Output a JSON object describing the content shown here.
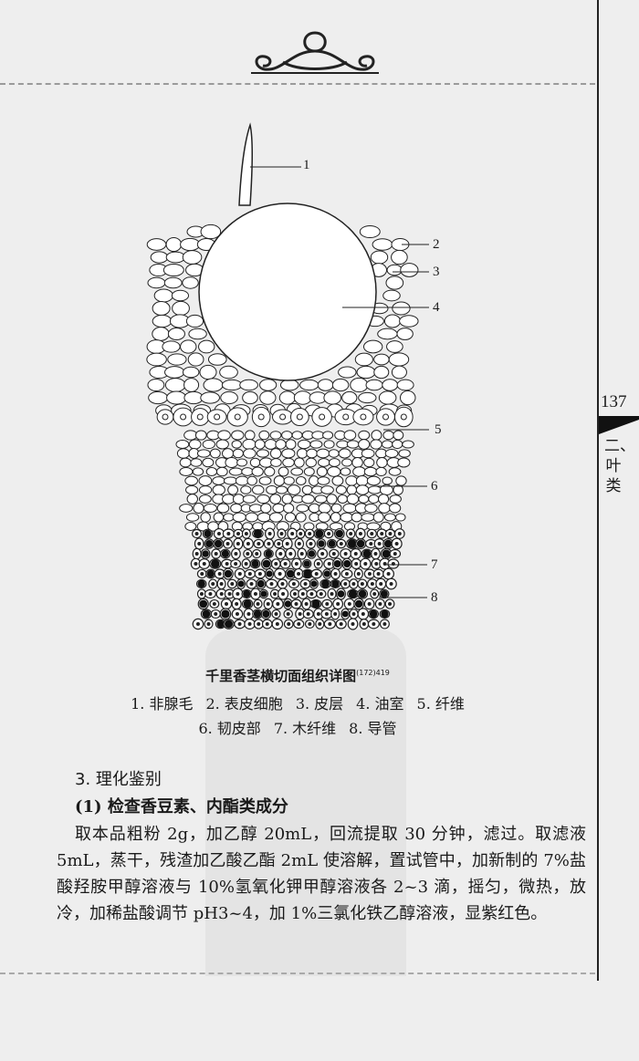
{
  "page_number": "137",
  "section_tab": "二、叶类",
  "figure": {
    "labels": [
      "1",
      "2",
      "3",
      "4",
      "5",
      "6",
      "7",
      "8"
    ],
    "caption": "千里香茎横切面组织详图",
    "caption_ref": "(172)419",
    "legend_line1": [
      "1. 非腺毛",
      "2. 表皮细胞",
      "3. 皮层",
      "4. 油室",
      "5. 纤维"
    ],
    "legend_line2": [
      "6. 韧皮部",
      "7. 木纤维",
      "8. 导管"
    ]
  },
  "section_heading": "3. 理化鉴别",
  "subsection_heading": "(1) 检查香豆素、内酯类成分",
  "paragraph": "取本品粗粉 2g，加乙醇 20mL，回流提取 30 分钟，滤过。取滤液 5mL，蒸干，残渣加乙酸乙酯 2mL 使溶解，置试管中，加新制的 7%盐酸羟胺甲醇溶液与 10%氢氧化钾甲醇溶液各 2~3 滴，摇匀，微热，放冷，加稀盐酸调节 pH3~4，加 1%三氯化铁乙醇溶液，显紫红色。"
}
